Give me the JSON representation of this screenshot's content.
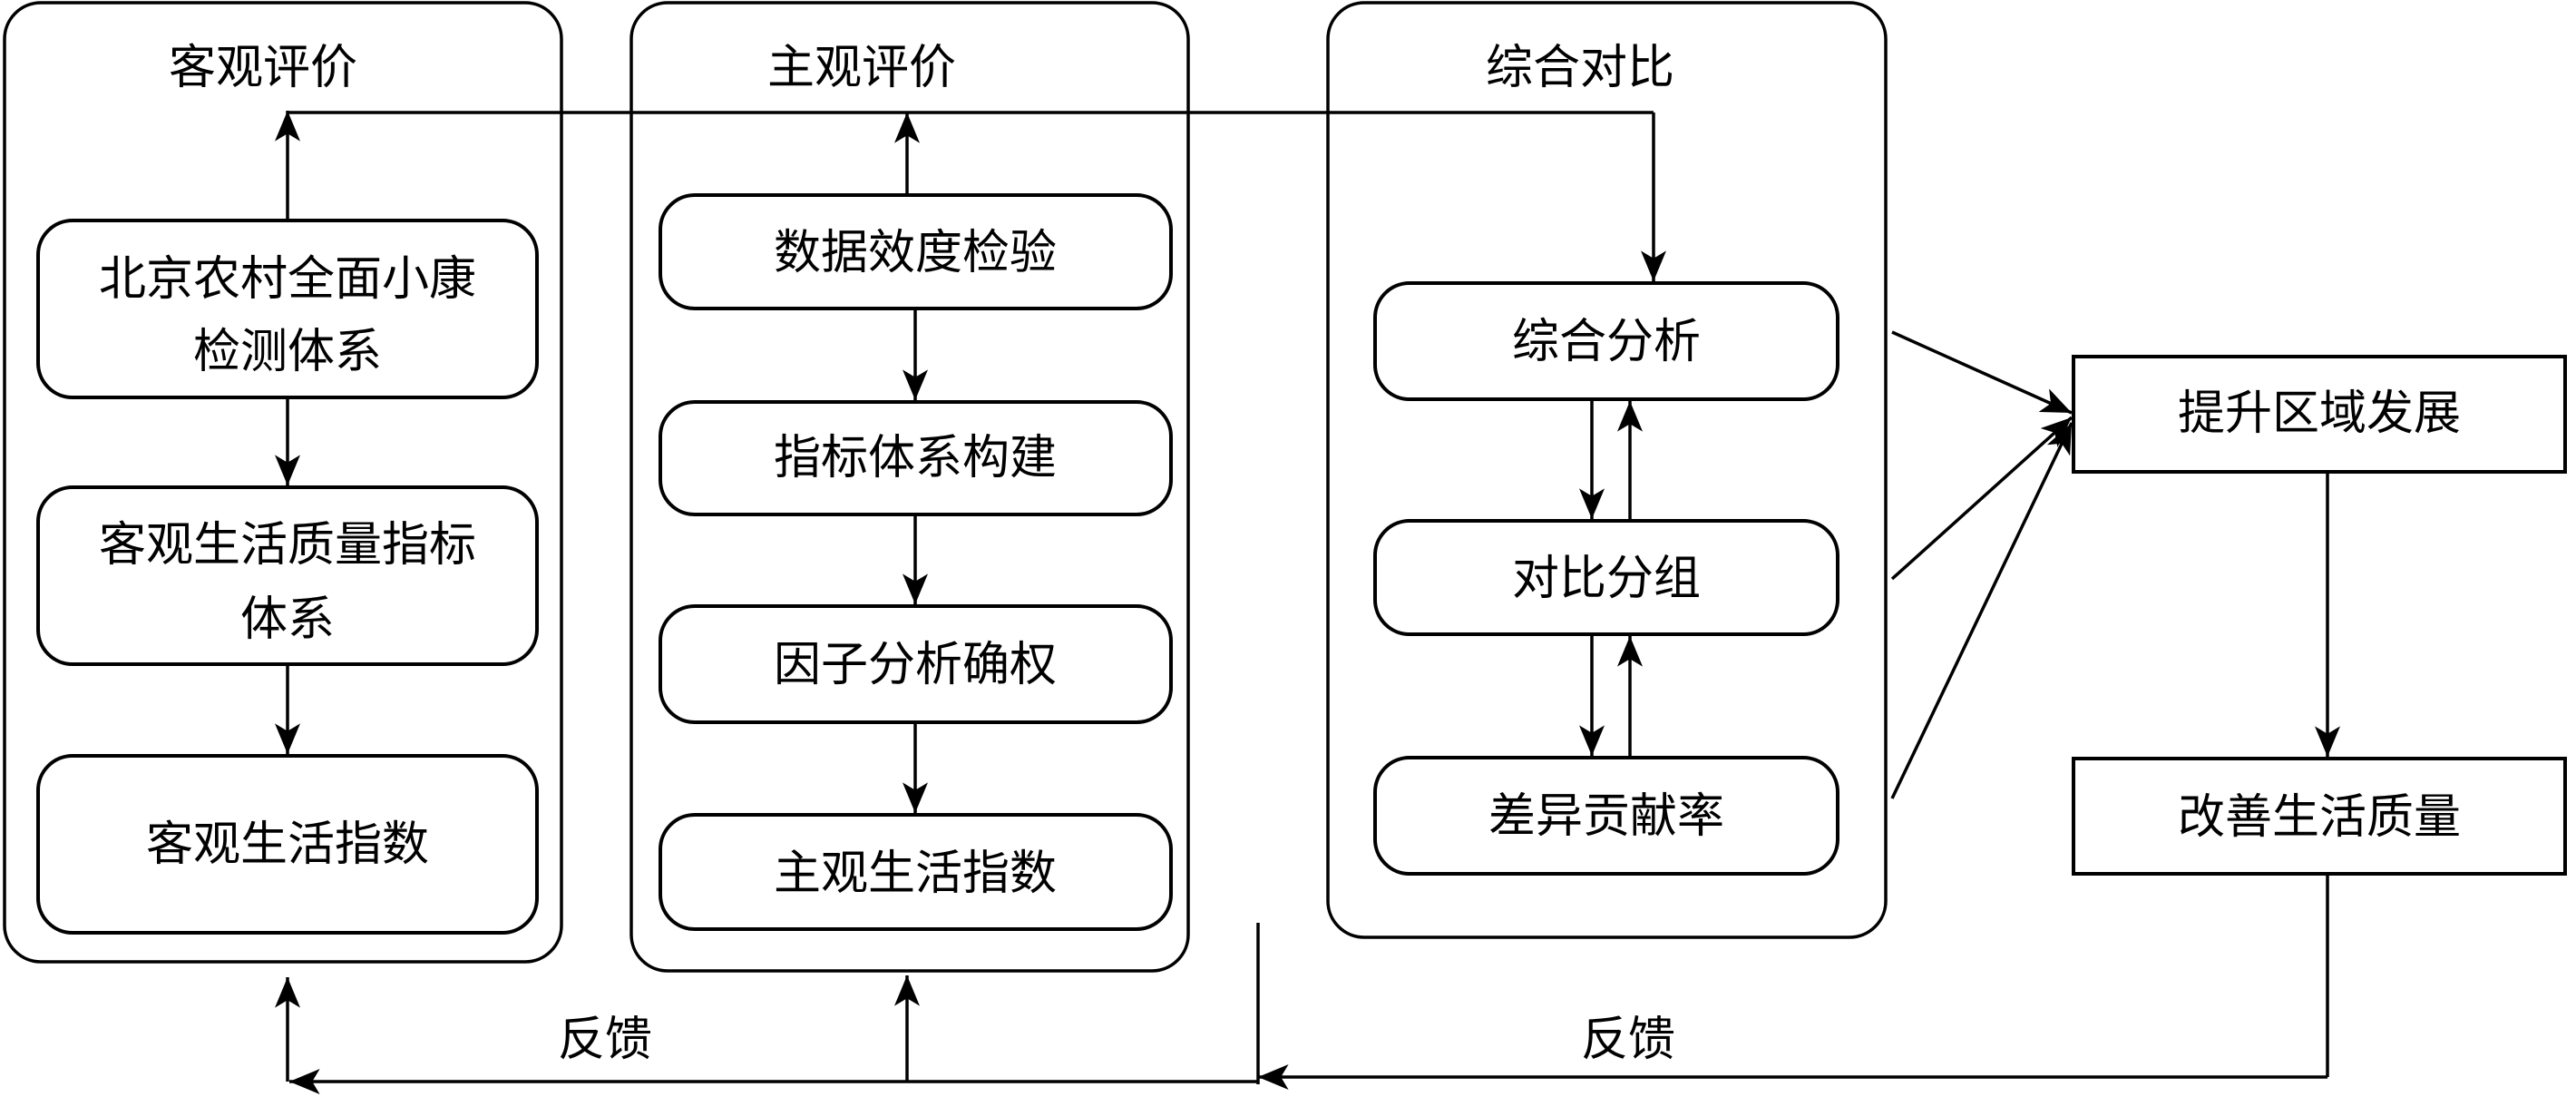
{
  "panels": {
    "objective": "客观评价",
    "subjective": "主观评价",
    "comparison": "综合对比"
  },
  "objective": {
    "box1_line1": "北京农村全面小康",
    "box1_line2": "检测体系",
    "box2_line1": "客观生活质量指标",
    "box2_line2": "体系",
    "box3": "客观生活指数"
  },
  "subjective": {
    "box1": "数据效度检验",
    "box2": "指标体系构建",
    "box3": "因子分析确权",
    "box4": "主观生活指数"
  },
  "comparison": {
    "box1": "综合分析",
    "box2": "对比分组",
    "box3": "差异贡献率"
  },
  "outcomes": {
    "box1": "提升区域发展",
    "box2": "改善生活质量"
  },
  "feedback": {
    "left": "反馈",
    "right": "反馈"
  }
}
